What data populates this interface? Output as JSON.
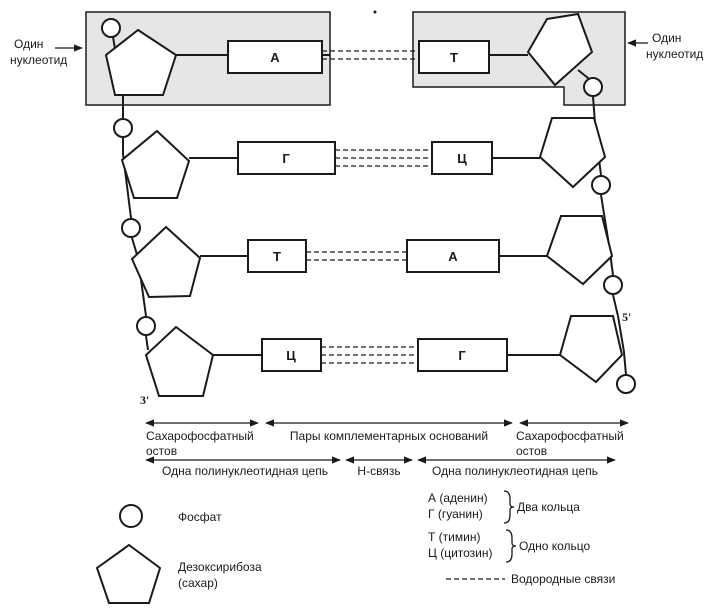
{
  "nucleotide_label_left": [
    "Один",
    "нуклеотид"
  ],
  "nucleotide_label_right": [
    "Один",
    "нуклеотид"
  ],
  "rows": [
    {
      "left": "А",
      "right": "Т"
    },
    {
      "left": "Г",
      "right": "Ц"
    },
    {
      "left": "Т",
      "right": "А"
    },
    {
      "left": "Ц",
      "right": "Г"
    }
  ],
  "end_labels": {
    "left_bottom": "3'",
    "right_top": "5'"
  },
  "brackets": {
    "backbone_left": [
      "Сахарофосфатный",
      "остов"
    ],
    "pairs": "Пары комплементарных оснований",
    "backbone_right": [
      "Сахарофосфатный",
      "остов"
    ],
    "chain_left": "Одна полинуклеотидная цепь",
    "h_bond": "Н-связь",
    "chain_right": "Одна полинуклеотидная цепь"
  },
  "legend": {
    "phosphate": "Фосфат",
    "deoxyribose": [
      "Дезоксирибоза",
      "(сахар)"
    ],
    "purines": [
      "А (аденин)",
      "Г (гуанин)"
    ],
    "purines_note": "Два кольца",
    "pyrimidines": [
      "Т (тимин)",
      "Ц (цитозин)"
    ],
    "pyrimidines_note": "Одно кольцо",
    "hydrogen_bonds": "Водородные связи"
  }
}
